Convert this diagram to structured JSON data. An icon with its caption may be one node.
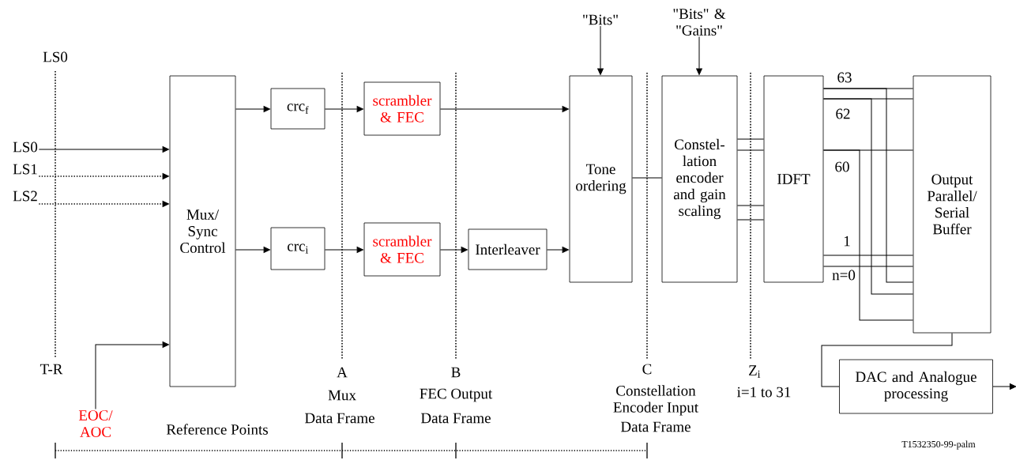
{
  "diagram": {
    "nodes": [
      {
        "text": [
          "Mux/ Sync Control"
        ]
      },
      {
        "text": [
          "crc$_{f}$"
        ]
      },
      {
        "text": [
          "crc$_{i}$"
        ]
      },
      {
        "text": [
          "scrambler & FEC"
        ]
      },
      {
        "text": [
          "scrambler & FEC"
        ]
      },
      {
        "text": [
          "Interleaver"
        ]
      },
      {
        "text": [
          "Tone ordering"
        ]
      },
      {
        "text": [
          "Constel- lation encoder and gain scaling"
        ]
      },
      {
        "text": [
          "IDFT"
        ]
      },
      {
        "text": [
          "Output Parallel/ Serial Buffer"
        ]
      },
      {
        "text": [
          "DAC and Analogue processing"
        ]
      },
      {
        "text": [
          "LS0"
        ]
      },
      {
        "text": [
          "LS1"
        ]
      },
      {
        "text": [
          "LS2"
        ]
      },
      {
        "text": [
          "\"Bits\""
        ]
      },
      {
        "text": [
          "\"Bits\" & \"Gains\""
        ]
      },
      {
        "text": [
          "EOC/ AOC"
        ]
      }
    ],
    "edges": [
      {
        "from": 11,
        "to": 0,
        "arrow": "to"
      },
      {
        "from": 12,
        "to": 0,
        "arrow": "to",
        "style": "dashed"
      },
      {
        "from": 13,
        "to": 0,
        "arrow": "to",
        "style": "dashed"
      },
      {
        "from": 16,
        "to": 0,
        "arrow": "to"
      },
      {
        "from": 0,
        "to": 1,
        "arrow": "to"
      },
      {
        "from": 0,
        "to": 2,
        "arrow": "to"
      },
      {
        "from": 1,
        "to": 3,
        "arrow": "to"
      },
      {
        "from": 2,
        "to": 4,
        "arrow": "to"
      },
      {
        "from": 3,
        "to": 6,
        "arrow": "to"
      },
      {
        "from": 4,
        "to": 5,
        "arrow": "to"
      },
      {
        "from": 5,
        "to": 6,
        "arrow": "to"
      },
      {
        "from": 14,
        "to": 6,
        "arrow": "to"
      },
      {
        "from": 15,
        "to": 7,
        "arrow": "to"
      },
      {
        "from": 6,
        "to": 7,
        "arrow": "none"
      },
      {
        "from": 7,
        "to": 8,
        "arrow": "none"
      },
      {
        "from": 7,
        "to": 8,
        "arrow": "none"
      },
      {
        "from": 7,
        "to": 8,
        "arrow": "none"
      },
      {
        "from": 7,
        "to": 8,
        "arrow": "none"
      },
      {
        "from": 8,
        "to": 9,
        "arrow": "none",
        "label": "63"
      },
      {
        "from": 8,
        "to": 9,
        "arrow": "none",
        "label": "62"
      },
      {
        "from": 8,
        "to": 9,
        "arrow": "none",
        "label": "60"
      },
      {
        "from": 8,
        "to": 9,
        "arrow": "none",
        "label": "1"
      },
      {
        "from": 8,
        "to": 9,
        "arrow": "none",
        "label": "n=0"
      },
      {
        "from": 8,
        "to": 9,
        "arrow": "none"
      },
      {
        "from": 8,
        "to": 9,
        "arrow": "none"
      },
      {
        "from": 8,
        "to": 9,
        "arrow": "none"
      },
      {
        "from": 9,
        "to": 10,
        "arrow": "none"
      },
      {
        "from": 10,
        "to": null,
        "arrow": "to"
      }
    ],
    "labels": [
      "LS0",
      "T-R",
      "A",
      "Mux",
      "Data Frame",
      "B",
      "FEC Output",
      "Data Frame",
      "C",
      "Constellation",
      "Encoder Input",
      "Data Frame",
      "Z$_{i}$",
      "i=1 to 31",
      "Reference Points",
      "T1532350-99-palm"
    ]
  }
}
